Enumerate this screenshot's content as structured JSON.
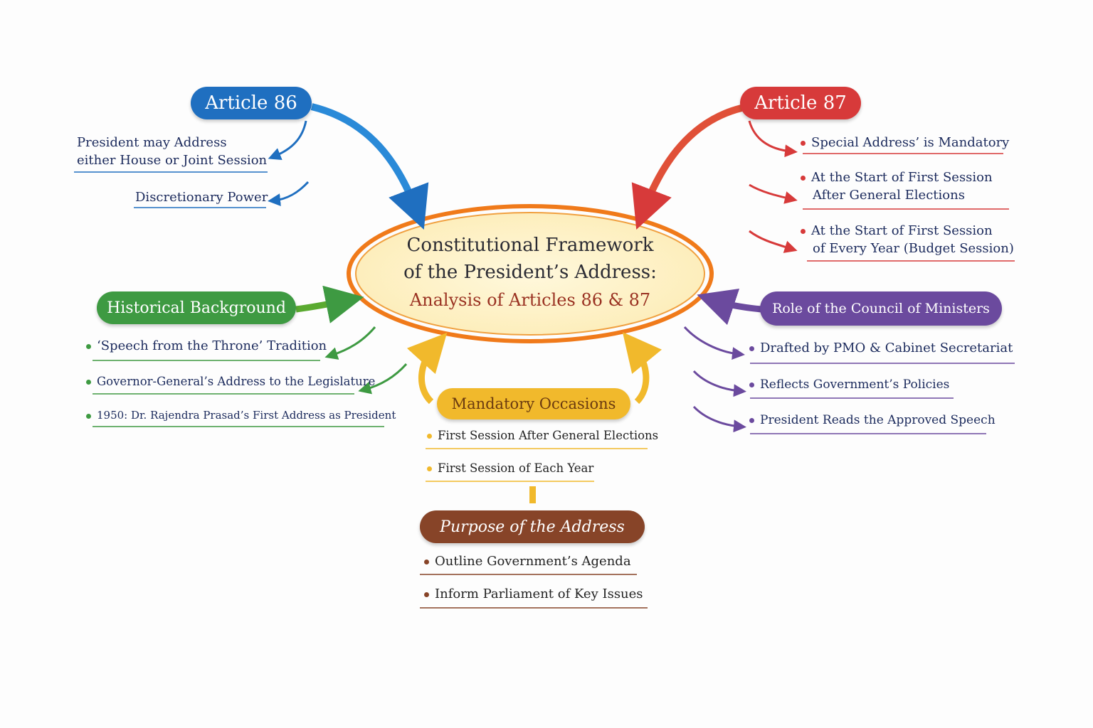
{
  "center": {
    "title_line1": "Constitutional Framework",
    "title_line2": "of the President’s Address:",
    "subtitle": "Analysis of Articles 86 & 87"
  },
  "branches": {
    "article86": {
      "label": "Article 86",
      "color": "#1f6fc0",
      "items": [
        "President may Address",
        "either House or Joint Session",
        "Discretionary Power"
      ]
    },
    "article87": {
      "label": "Article 87",
      "color": "#d73a3a",
      "items": [
        {
          "line1": "Special Address’ is Mandatory"
        },
        {
          "line1": "At the Start of First Session",
          "line2": "After General Elections"
        },
        {
          "line1": "At the Start of First Session",
          "line2": "of Every Year (Budget Session)"
        }
      ]
    },
    "historical": {
      "label": "Historical Background",
      "color": "#3e9a42",
      "items": [
        "‘Speech from the Throne’ Tradition",
        "Governor-General’s Address to the Legislature",
        "1950: Dr. Rajendra Prasad’s First Address as President"
      ]
    },
    "council": {
      "label": "Role of the Council of Ministers",
      "color": "#6b4a9e",
      "items": [
        "Drafted by PMO & Cabinet Secretariat",
        "Reflects Government’s Policies",
        "President Reads the Approved Speech"
      ]
    },
    "mandatory": {
      "label": "Mandatory Occasions",
      "color": "#f1b92c",
      "items": [
        "First Session After General Elections",
        "First Session of Each Year"
      ]
    },
    "purpose": {
      "label": "Purpose of the Address",
      "color": "#874428",
      "items": [
        "Outline Government’s Agenda",
        "Inform Parliament of Key Issues"
      ]
    }
  }
}
